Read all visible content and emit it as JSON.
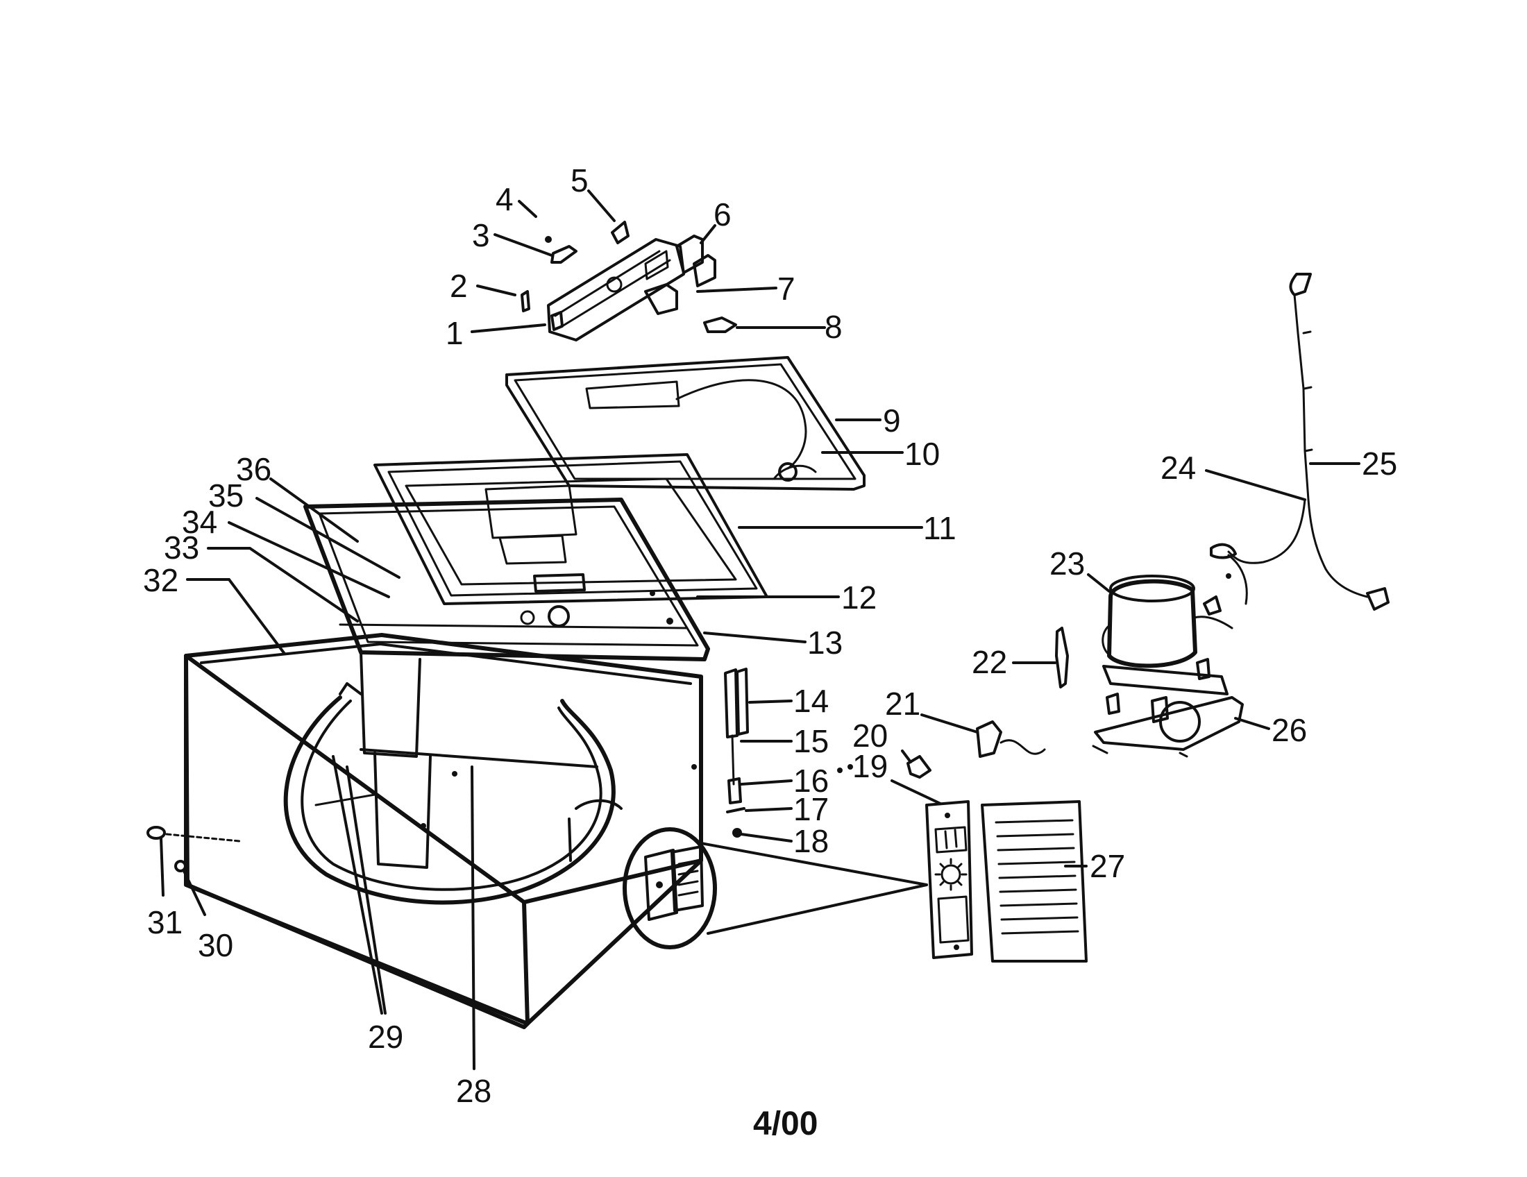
{
  "diagram": {
    "callouts": [
      "1",
      "2",
      "3",
      "4",
      "5",
      "6",
      "7",
      "8",
      "9",
      "10",
      "11",
      "12",
      "13",
      "14",
      "15",
      "16",
      "17",
      "18",
      "19",
      "20",
      "21",
      "22",
      "23",
      "24",
      "25",
      "26",
      "27",
      "28",
      "29",
      "30",
      "31",
      "32",
      "33",
      "34",
      "35",
      "36"
    ],
    "footer_date": "4/00"
  }
}
